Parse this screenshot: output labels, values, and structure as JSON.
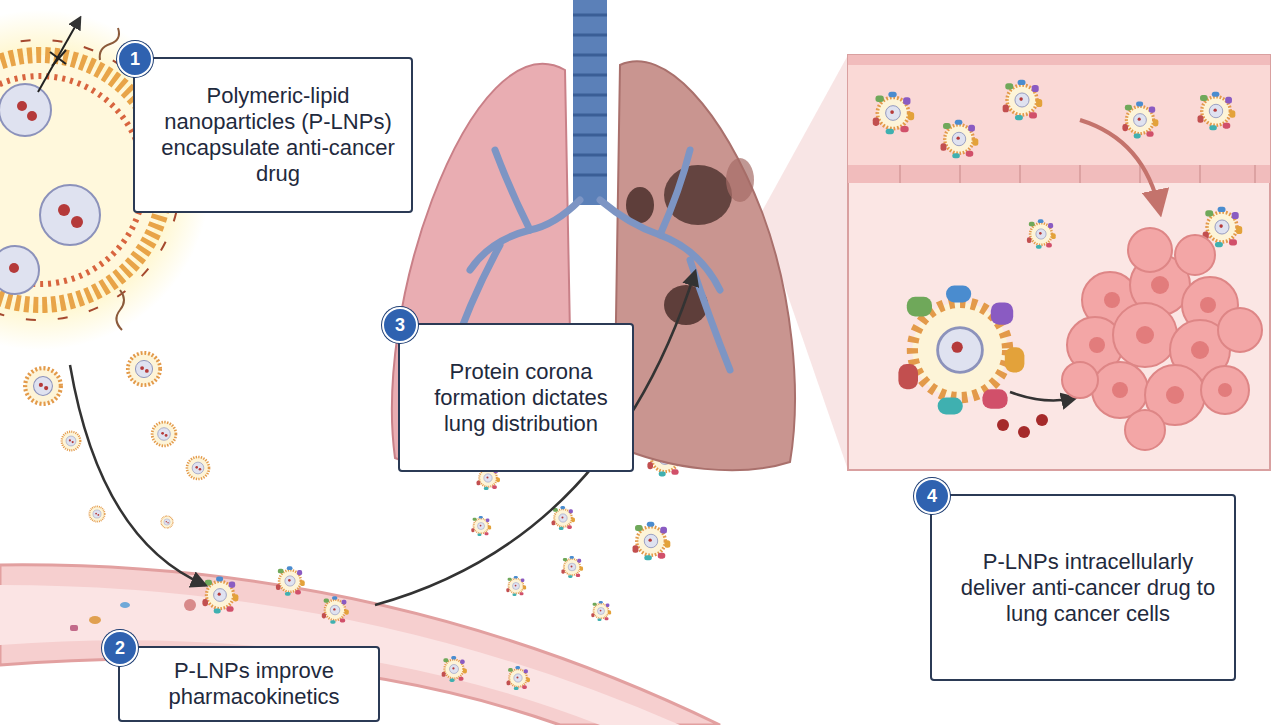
{
  "diagram": {
    "nodes": [
      {
        "text": [
          "1",
          "Polymeric-lipid nanoparticles (P-LNPs) encapsulate anti-cancer drug"
        ]
      },
      {
        "text": [
          "2",
          "P-LNPs improve pharmacokinetics"
        ]
      },
      {
        "text": [
          "3",
          "Protein corona formation dictates lung distribution"
        ]
      },
      {
        "text": [
          "4",
          "P-LNPs intracellularly deliver anti-cancer drug to lung cancer cells"
        ]
      }
    ]
  }
}
